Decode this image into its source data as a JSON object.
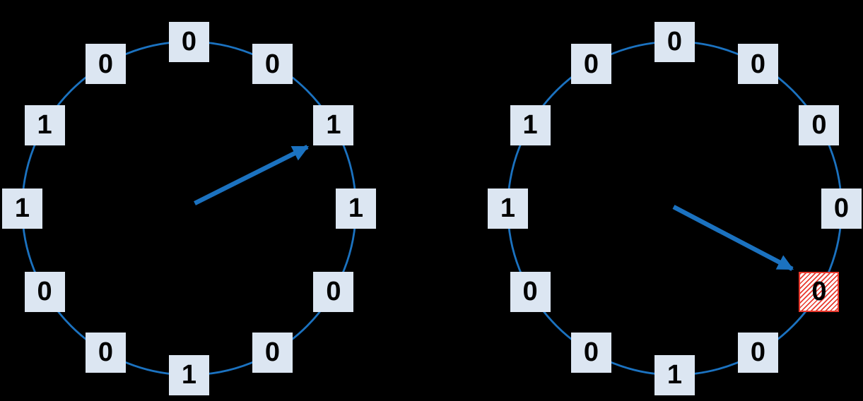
{
  "colors": {
    "background": "#000000",
    "ring_stroke": "#1b72c0",
    "arrow": "#1b72c0",
    "cell_fill": "#dce6f2",
    "cell_text": "#000000",
    "selected_hatch_red": "#e8392e",
    "selected_fill": "#ffffff"
  },
  "left_ring": {
    "cells": [
      "0",
      "0",
      "1",
      "1",
      "0",
      "0",
      "1",
      "0",
      "0",
      "1",
      "1",
      "0"
    ],
    "pointer_target_index": 2
  },
  "right_ring": {
    "cells": [
      "0",
      "0",
      "0",
      "0",
      "0",
      "0",
      "1",
      "0",
      "0",
      "1",
      "1",
      "0"
    ],
    "pointer_target_index": 4,
    "selected_index": 4
  }
}
